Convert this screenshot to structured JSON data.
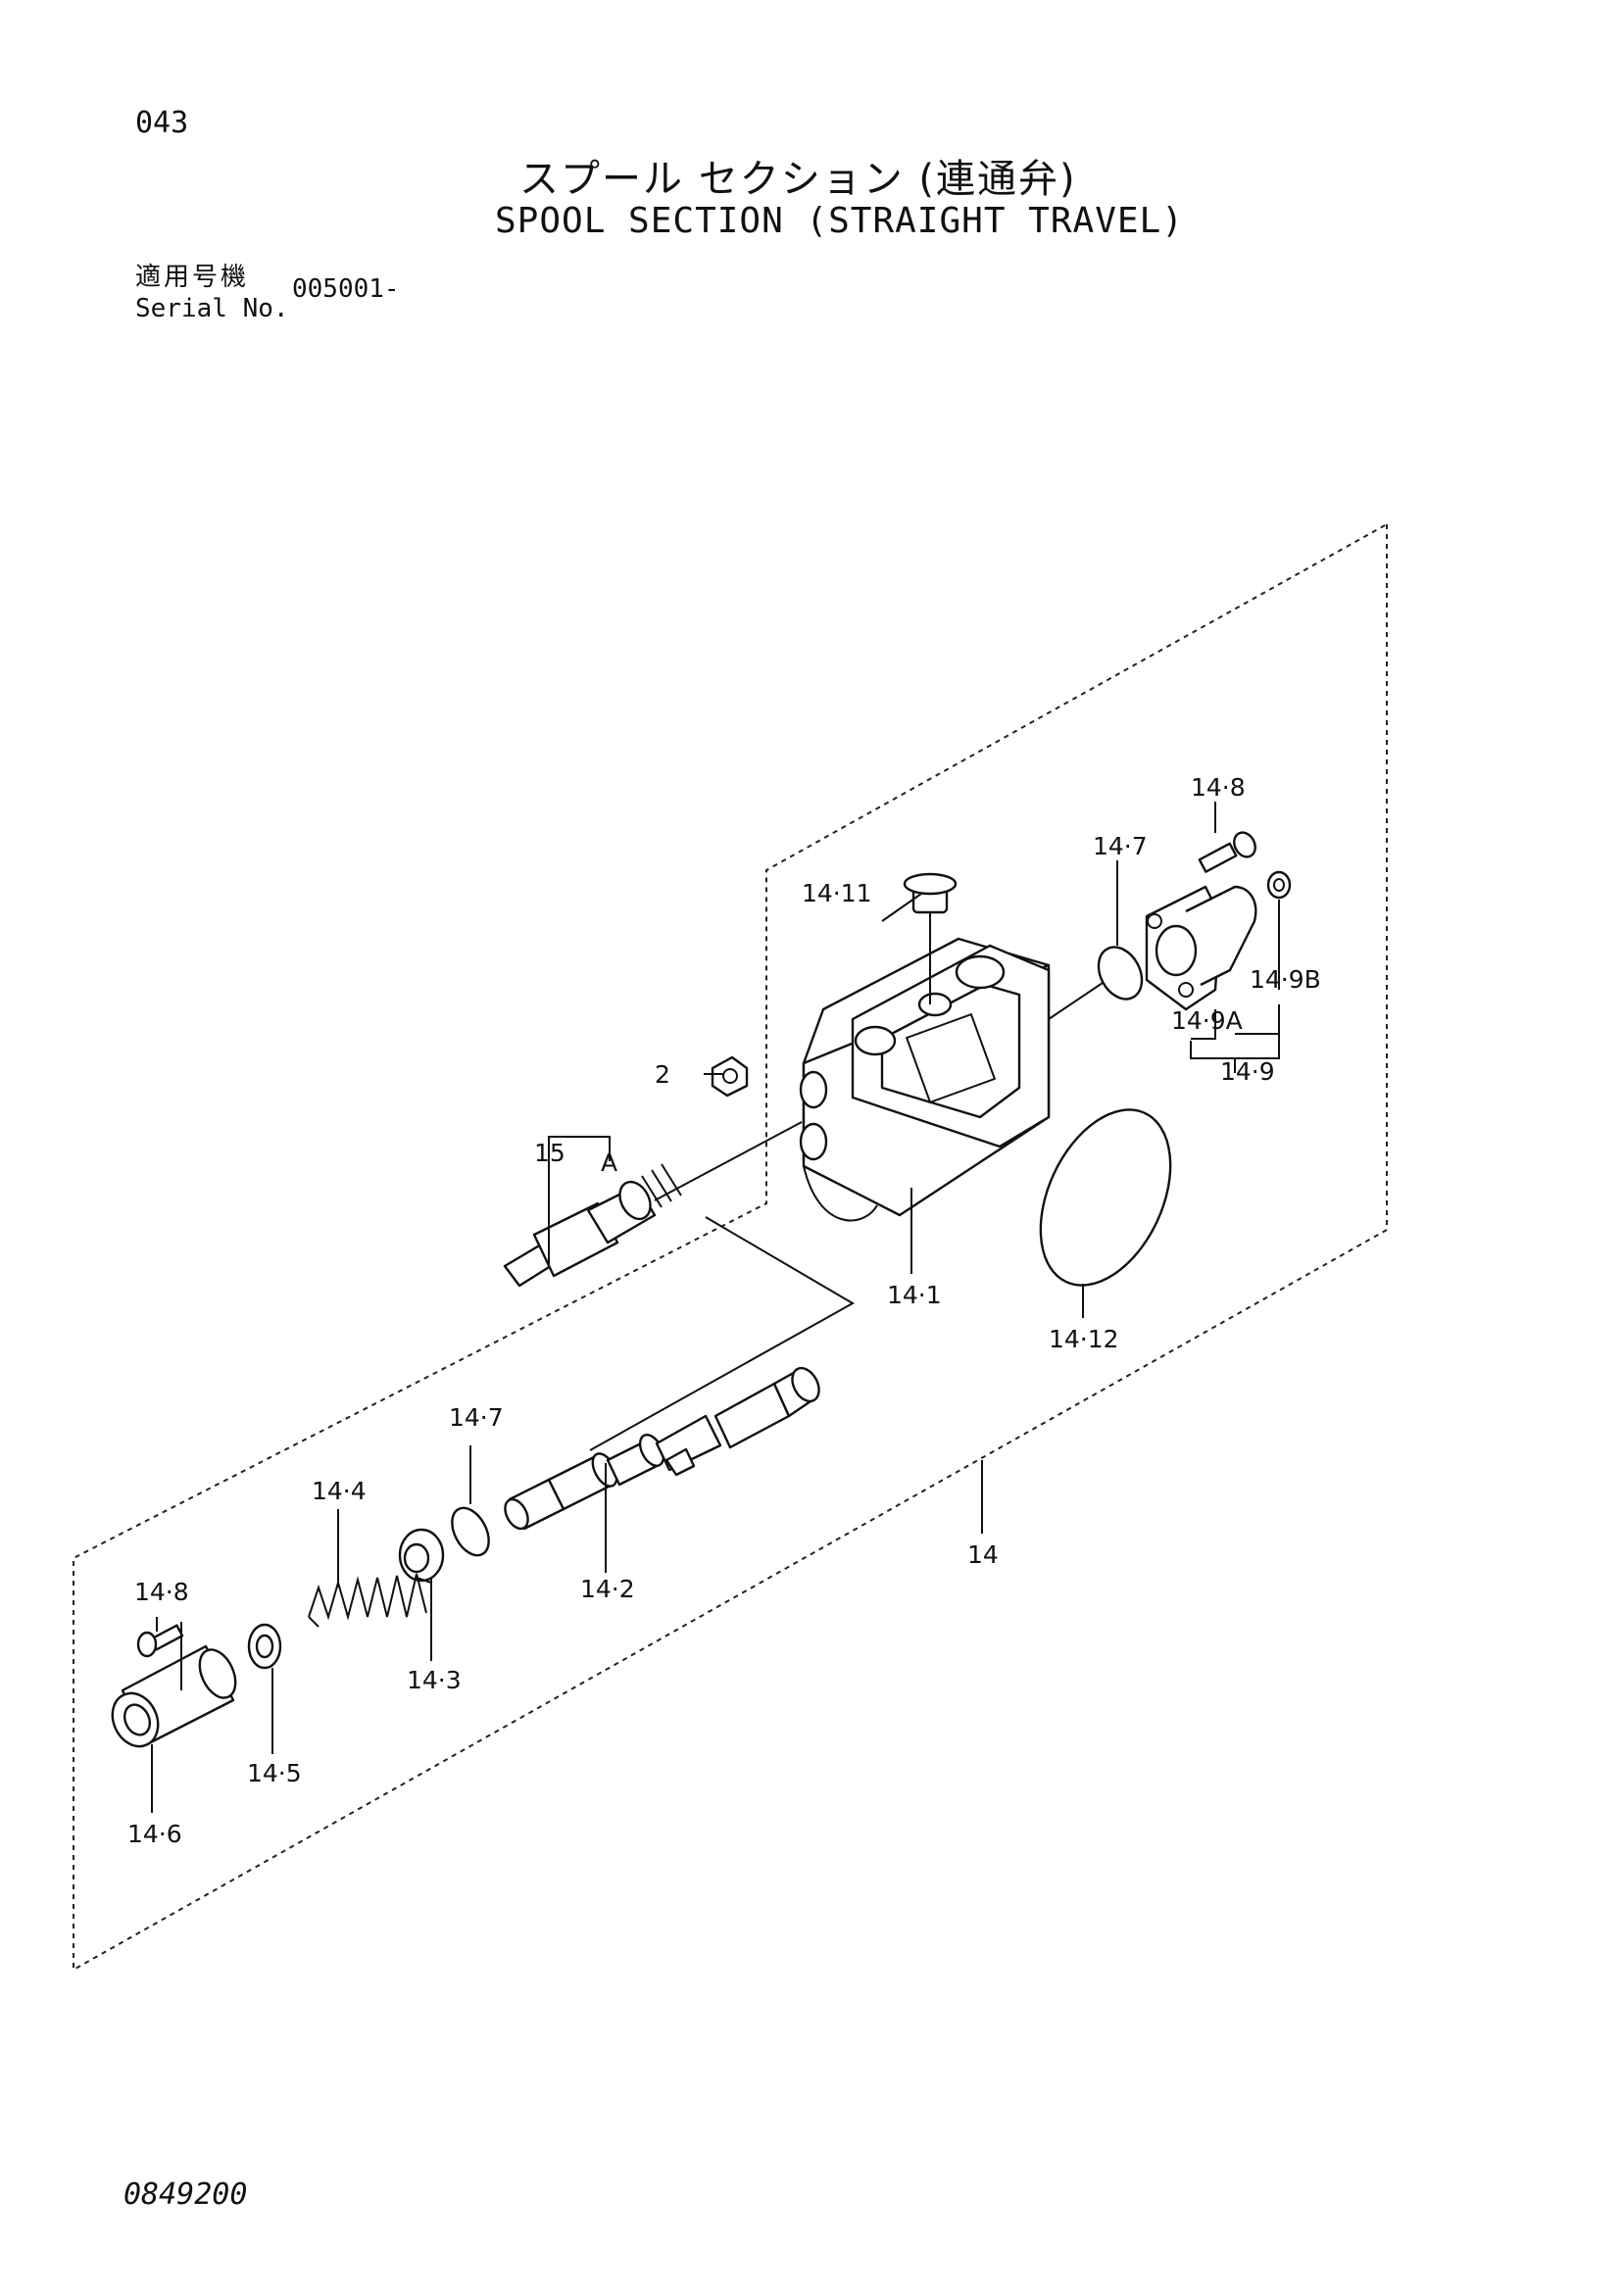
{
  "header": {
    "page_number": "043",
    "title_jp": "スプール セクション (連通弁)",
    "title_en": "SPOOL SECTION (STRAIGHT TRAVEL)",
    "serial_label_jp": "適用号機",
    "serial_label_en": "Serial No.",
    "serial_value": "005001-"
  },
  "callouts": {
    "c14_8_top": "14·8",
    "c14_7_top": "14·7",
    "c14_11": "14·11",
    "c14_9B": "14·9B",
    "c14_9A": "14·9A",
    "c14_9": "14·9",
    "c2": "2",
    "c15": "15",
    "cA": "A",
    "c14_1": "14·1",
    "c14_12": "14·12",
    "c14_7_bottom": "14·7",
    "c14_4": "14·4",
    "c14_2": "14·2",
    "c14_3": "14·3",
    "c14": "14",
    "c14_8_bottom": "14·8",
    "c14_5": "14·5",
    "c14_6": "14·6"
  },
  "footer": {
    "doc_number": "0849200"
  },
  "colors": {
    "ink": "#111111",
    "paper": "#ffffff"
  }
}
